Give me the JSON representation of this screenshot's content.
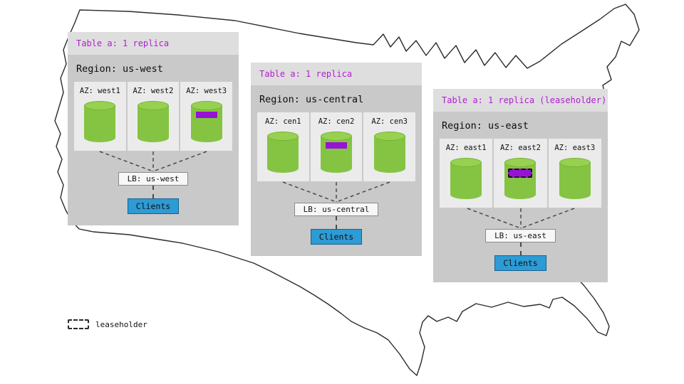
{
  "regions": [
    {
      "table_label": "Table a: 1 replica",
      "region_label": "Region: us-west",
      "azs": [
        {
          "label": "AZ: west1",
          "replica": false,
          "leaseholder": false
        },
        {
          "label": "AZ: west2",
          "replica": false,
          "leaseholder": false
        },
        {
          "label": "AZ: west3",
          "replica": true,
          "leaseholder": false
        }
      ],
      "lb_label": "LB: us-west",
      "clients_label": "Clients"
    },
    {
      "table_label": "Table a: 1 replica",
      "region_label": "Region: us-central",
      "azs": [
        {
          "label": "AZ: cen1",
          "replica": false,
          "leaseholder": false
        },
        {
          "label": "AZ: cen2",
          "replica": true,
          "leaseholder": false
        },
        {
          "label": "AZ: cen3",
          "replica": false,
          "leaseholder": false
        }
      ],
      "lb_label": "LB: us-central",
      "clients_label": "Clients"
    },
    {
      "table_label": "Table a: 1 replica (leaseholder)",
      "region_label": "Region: us-east",
      "azs": [
        {
          "label": "AZ: east1",
          "replica": false,
          "leaseholder": false
        },
        {
          "label": "AZ: east2",
          "replica": true,
          "leaseholder": true
        },
        {
          "label": "AZ: east3",
          "replica": false,
          "leaseholder": false
        }
      ],
      "lb_label": "LB: us-east",
      "clients_label": "Clients"
    }
  ],
  "legend": {
    "label": "leaseholder"
  },
  "colors": {
    "cylinder_green": "#84c442",
    "cylinder_top_green": "#97d14f",
    "replica_purple": "#9712d4",
    "table_label_purple": "#b11ed1",
    "clients_blue": "#2d9bd5",
    "panel_header_gray": "#dedede",
    "panel_body_gray": "#c9c9c9",
    "az_box_gray": "#ebebeb"
  }
}
